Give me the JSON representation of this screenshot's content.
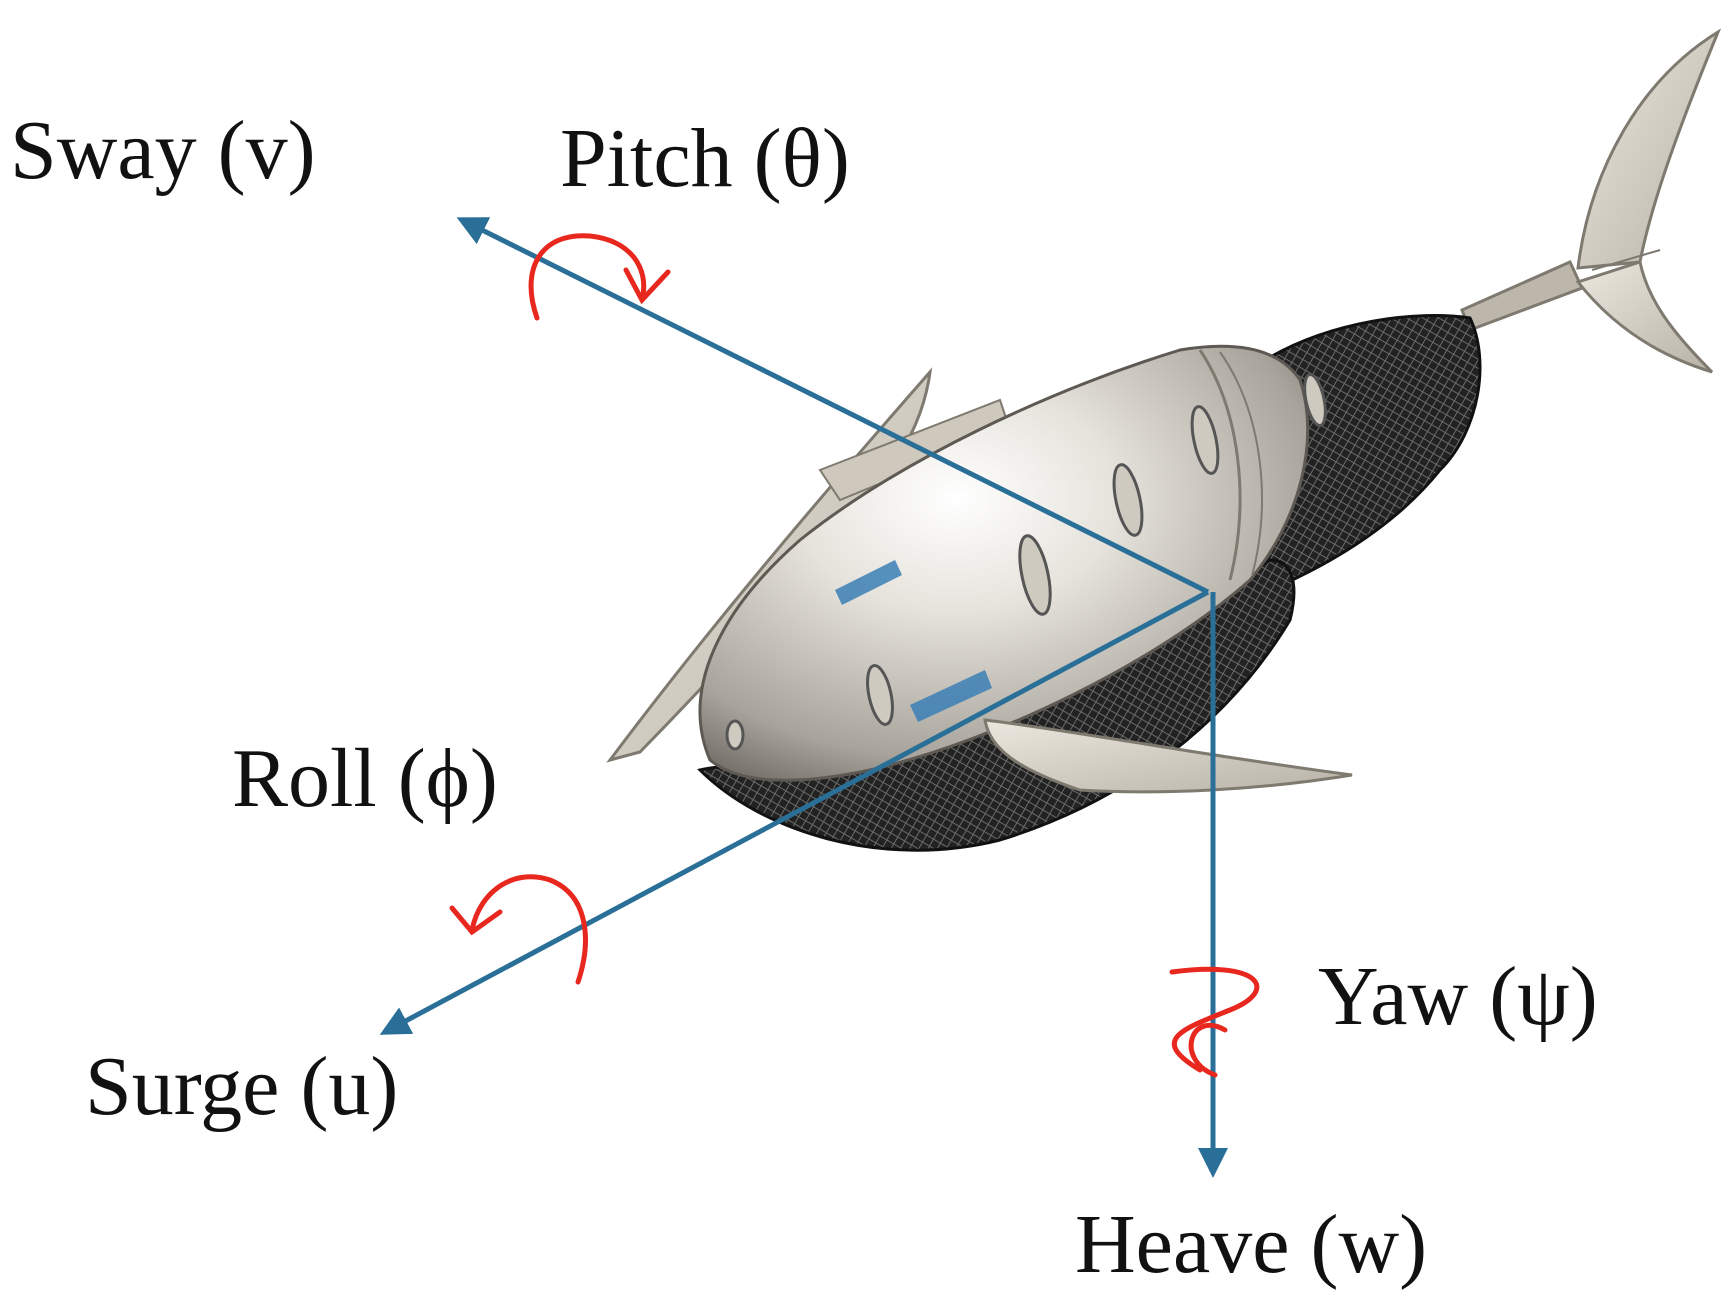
{
  "labels": {
    "sway": "Sway (v)",
    "pitch": "Pitch (θ)",
    "roll": "Roll (ϕ)",
    "yaw": "Yaw (ψ)",
    "surge": "Surge (u)",
    "heave": "Heave (w)"
  },
  "colors": {
    "axis": "#2a6f97",
    "rotation": "#e8271e",
    "body_light": "#e6e3dc",
    "body_dark": "#8e8a82",
    "fin": "#d8d3c8",
    "mesh": "#1a1a1a",
    "text": "#111111"
  }
}
